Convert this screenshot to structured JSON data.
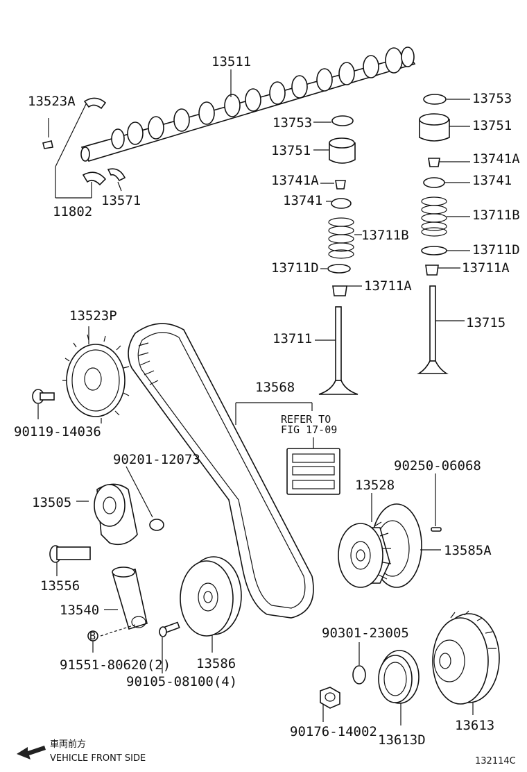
{
  "parts": {
    "p13511": "13511",
    "p13523A": "13523A",
    "p11802": "11802",
    "p13571": "13571",
    "p13753_l": "13753",
    "p13751_l": "13751",
    "p13741A_l": "13741A",
    "p13741_l": "13741",
    "p13711B_l": "13711B",
    "p13711D_l": "13711D",
    "p13711A_l": "13711A",
    "p13711": "13711",
    "p13753_r": "13753",
    "p13751_r": "13751",
    "p13741A_r": "13741A",
    "p13741_r": "13741",
    "p13711B_r": "13711B",
    "p13711D_r": "13711D",
    "p13711A_r": "13711A",
    "p13715": "13715",
    "p13523P": "13523P",
    "p90119": "90119-14036",
    "p13568": "13568",
    "p90201": "90201-12073",
    "p13505": "13505",
    "p13556": "13556",
    "p13540": "13540",
    "p91551": "91551-80620(2)",
    "p90105": "90105-08100(4)",
    "p13586": "13586",
    "p90250": "90250-06068",
    "p13528": "13528",
    "p13585A": "13585A",
    "p90301": "90301-23005",
    "p90176": "90176-14002",
    "p13613D": "13613D",
    "p13613": "13613"
  },
  "refer": {
    "line1": "REFER TO",
    "line2": "FIG 17-09"
  },
  "bolt_marker": "B",
  "front": {
    "jp": "車両前方",
    "en": "VEHICLE FRONT SIDE"
  },
  "figure_id": "132114C"
}
